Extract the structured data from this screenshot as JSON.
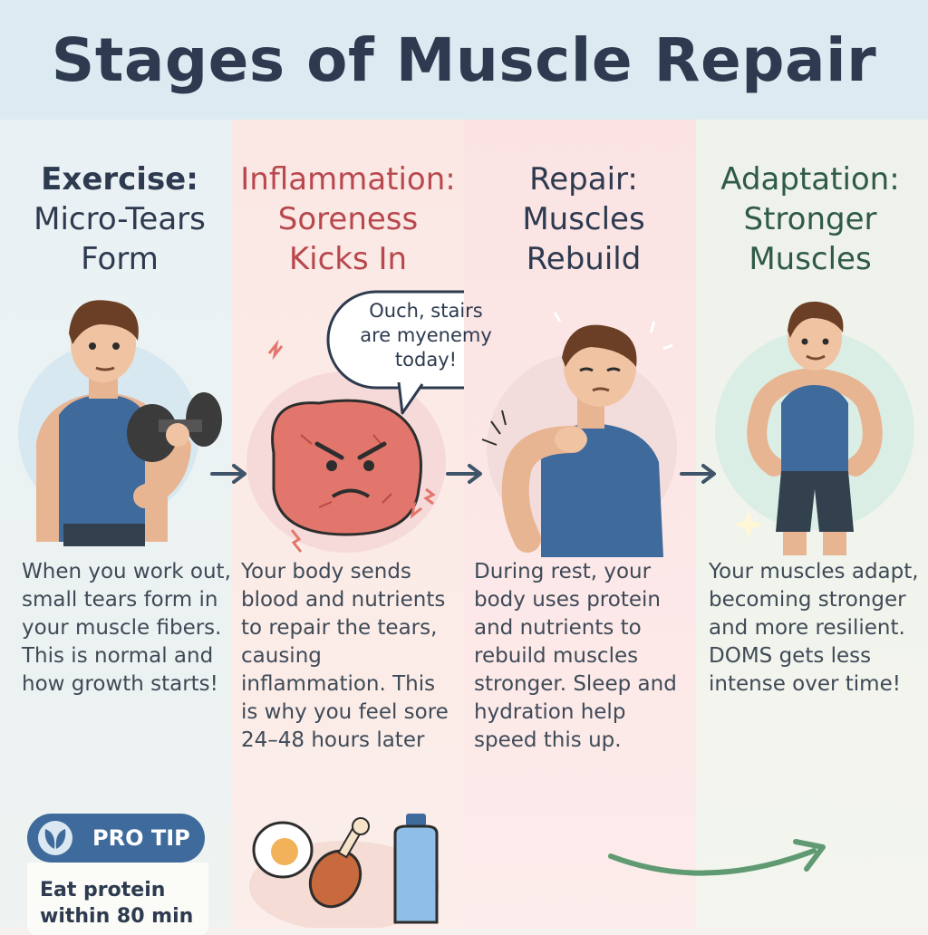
{
  "title": "Stages of Muscle Repair",
  "colors": {
    "header_bg": "#dcebf2",
    "title": "#2d3a4f",
    "exercise": "#2d3a4f",
    "inflammation": "#b8484d",
    "repair": "#2d3a4f",
    "adaptation": "#2f5a48",
    "body_text": "#3f4a57",
    "arrow": "#3f5468",
    "curve_arrow": "#5f9a72"
  },
  "stages": [
    {
      "label": "Exercise:",
      "subtitle_line1": "Micro-Tears",
      "subtitle_line2": "Form",
      "description": "When you work out, small tears form in your muscle fibers. This is normal and how growth starts!"
    },
    {
      "label": "Inflammation:",
      "subtitle_line1": "Soreness",
      "subtitle_line2": "Kicks In",
      "description": "Your body sends blood and nutrients to repair the tears, causing inflammation. This is why you feel sore 24–48 hours later"
    },
    {
      "label": "Repair:",
      "subtitle_line1": "Muscles",
      "subtitle_line2": "Rebuild",
      "description": "During rest, your body uses protein and nutrients to rebuild muscles stronger. Sleep and hydration help speed this up."
    },
    {
      "label": "Adaptation:",
      "subtitle_line1": "Stronger",
      "subtitle_line2": "Muscles",
      "description": "Your muscles adapt, becoming stronger and more resilient. DOMS gets less intense over time!"
    }
  ],
  "speech_bubble": {
    "line1": "Ouch, stairs",
    "line2": "are myenemy",
    "line3": "today!"
  },
  "pro_tip": {
    "label": "PRO TIP",
    "text": "Eat protein within 80 min"
  },
  "icons": {
    "leaf": "leaf-icon",
    "egg": "egg-icon",
    "chicken": "chicken-leg-icon",
    "bottle": "water-bottle-icon"
  }
}
